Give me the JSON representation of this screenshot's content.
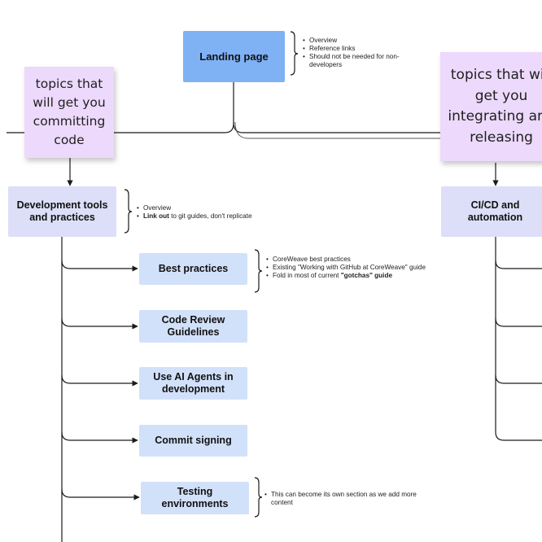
{
  "sticky_left": {
    "text": "topics that will get you committing code"
  },
  "sticky_right": {
    "text": "topics that will get you integrating and releasing"
  },
  "landing": {
    "label": "Landing page",
    "notes": [
      "Overview",
      "Reference links",
      "Should not be needed for non-developers"
    ]
  },
  "devtools": {
    "label": "Development tools and practices",
    "notes": [
      {
        "bold": "",
        "text": "Overview"
      },
      {
        "bold": "Link out",
        "text": " to git guides, don't replicate"
      }
    ]
  },
  "cicd": {
    "label": "CI/CD and automation"
  },
  "best_practices": {
    "label": "Best practices",
    "notes": [
      {
        "bold": "",
        "text": "CoreWeave best practices",
        "tail": ""
      },
      {
        "bold": "",
        "text": "Existing \"Working with GitHub at CoreWeave\" guide",
        "tail": ""
      },
      {
        "bold": "",
        "text": "Fold in most of current ",
        "tail": "\"gotchas\" guide"
      }
    ]
  },
  "code_review": {
    "label": "Code Review Guidelines"
  },
  "ai_agents": {
    "label": "Use AI Agents in development"
  },
  "commit_signing": {
    "label": "Commit signing"
  },
  "testing": {
    "label": "Testing environments",
    "notes": [
      "This can become its own section as we add more content"
    ]
  },
  "colors": {
    "sticky": "#ecd9fb",
    "landing": "#7fb1f5",
    "section": "#dcdff7",
    "child": "#d2e1fa",
    "line": "#1a1a1a"
  }
}
